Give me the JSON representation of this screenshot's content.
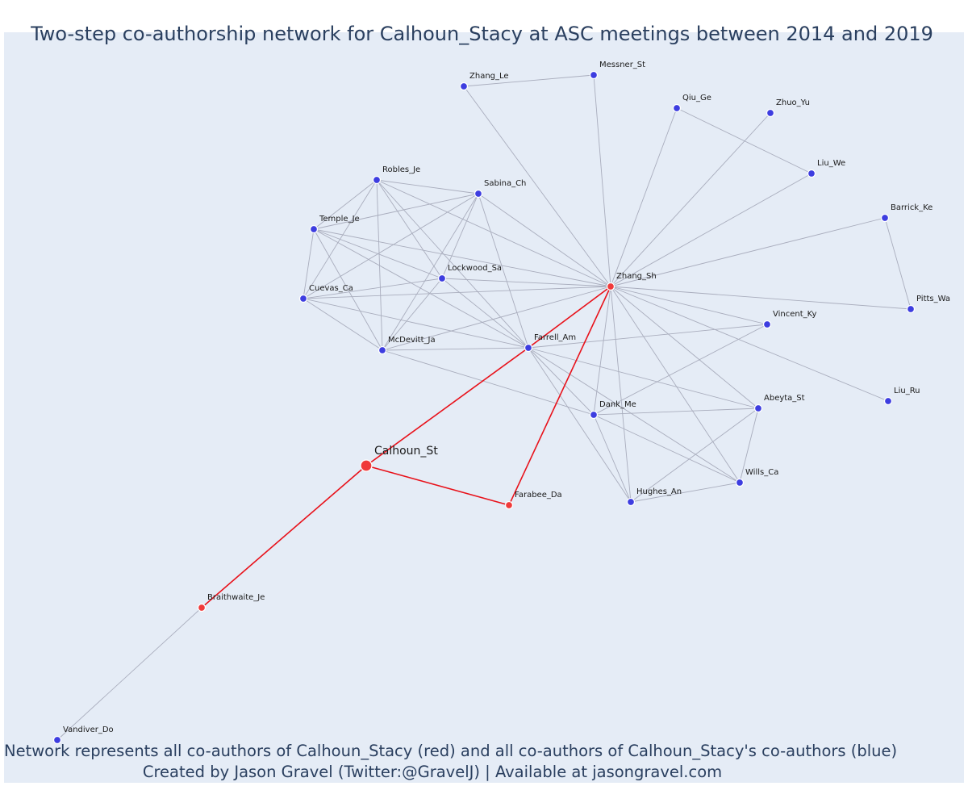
{
  "title": "Two-step co-authorship network for Calhoun_Stacy at ASC meetings between 2014 and 2019",
  "caption": {
    "line1": "Network represents all co-authors of Calhoun_Stacy (red) and all co-authors of Calhoun_Stacy's co-authors (blue)",
    "line2": "Created by Jason Gravel (Twitter:@GravelJ) | Available at jasongravel.com"
  },
  "colors": {
    "background": "#e5ecf6",
    "text": "#2a3f5f",
    "red_node": "#f03a3a",
    "blue_node": "#3d3de0",
    "red_edge": "#e8111a",
    "grey_edge": "#a9adbd"
  },
  "network": {
    "ego": "Calhoun_St",
    "nodes": [
      {
        "id": "Calhoun_St",
        "group": "ego"
      },
      {
        "id": "Zhang_Sh",
        "group": "red"
      },
      {
        "id": "Farrell_Am",
        "group": "blue"
      },
      {
        "id": "Farabee_Da",
        "group": "red"
      },
      {
        "id": "Braithwaite_Je",
        "group": "red"
      },
      {
        "id": "Vandiver_Do",
        "group": "blue"
      },
      {
        "id": "Zhang_Le",
        "group": "blue"
      },
      {
        "id": "Messner_St",
        "group": "blue"
      },
      {
        "id": "Qiu_Ge",
        "group": "blue"
      },
      {
        "id": "Zhuo_Yu",
        "group": "blue"
      },
      {
        "id": "Liu_We",
        "group": "blue"
      },
      {
        "id": "Barrick_Ke",
        "group": "blue"
      },
      {
        "id": "Pitts_Wa",
        "group": "blue"
      },
      {
        "id": "Robles_Je",
        "group": "blue"
      },
      {
        "id": "Sabina_Ch",
        "group": "blue"
      },
      {
        "id": "Temple_Je",
        "group": "blue"
      },
      {
        "id": "Lockwood_Sa",
        "group": "blue"
      },
      {
        "id": "Cuevas_Ca",
        "group": "blue"
      },
      {
        "id": "McDevitt_Ja",
        "group": "blue"
      },
      {
        "id": "Vincent_Ky",
        "group": "blue"
      },
      {
        "id": "Liu_Ru",
        "group": "blue"
      },
      {
        "id": "Dank_Me",
        "group": "blue"
      },
      {
        "id": "Abeyta_St",
        "group": "blue"
      },
      {
        "id": "Wills_Ca",
        "group": "blue"
      },
      {
        "id": "Hughes_An",
        "group": "blue"
      }
    ],
    "edges": [
      [
        "Calhoun_St",
        "Farrell_Am",
        "red"
      ],
      [
        "Calhoun_St",
        "Farabee_Da",
        "red"
      ],
      [
        "Calhoun_St",
        "Braithwaite_Je",
        "red"
      ],
      [
        "Farrell_Am",
        "Zhang_Sh",
        "red"
      ],
      [
        "Farabee_Da",
        "Zhang_Sh",
        "red"
      ],
      [
        "Braithwaite_Je",
        "Vandiver_Do",
        "grey"
      ],
      [
        "Zhang_Le",
        "Messner_St",
        "grey"
      ],
      [
        "Zhang_Le",
        "Zhang_Sh",
        "grey"
      ],
      [
        "Messner_St",
        "Zhang_Sh",
        "grey"
      ],
      [
        "Qiu_Ge",
        "Zhang_Sh",
        "grey"
      ],
      [
        "Qiu_Ge",
        "Liu_We",
        "grey"
      ],
      [
        "Zhuo_Yu",
        "Zhang_Sh",
        "grey"
      ],
      [
        "Liu_We",
        "Zhang_Sh",
        "grey"
      ],
      [
        "Barrick_Ke",
        "Zhang_Sh",
        "grey"
      ],
      [
        "Barrick_Ke",
        "Pitts_Wa",
        "grey"
      ],
      [
        "Pitts_Wa",
        "Zhang_Sh",
        "grey"
      ],
      [
        "Vincent_Ky",
        "Zhang_Sh",
        "grey"
      ],
      [
        "Vincent_Ky",
        "Farrell_Am",
        "grey"
      ],
      [
        "Vincent_Ky",
        "Dank_Me",
        "grey"
      ],
      [
        "Liu_Ru",
        "Zhang_Sh",
        "grey"
      ],
      [
        "Abeyta_St",
        "Zhang_Sh",
        "grey"
      ],
      [
        "Abeyta_St",
        "Farrell_Am",
        "grey"
      ],
      [
        "Abeyta_St",
        "Dank_Me",
        "grey"
      ],
      [
        "Abeyta_St",
        "Wills_Ca",
        "grey"
      ],
      [
        "Abeyta_St",
        "Hughes_An",
        "grey"
      ],
      [
        "Wills_Ca",
        "Zhang_Sh",
        "grey"
      ],
      [
        "Wills_Ca",
        "Farrell_Am",
        "grey"
      ],
      [
        "Wills_Ca",
        "Dank_Me",
        "grey"
      ],
      [
        "Wills_Ca",
        "Hughes_An",
        "grey"
      ],
      [
        "Hughes_An",
        "Zhang_Sh",
        "grey"
      ],
      [
        "Hughes_An",
        "Farrell_Am",
        "grey"
      ],
      [
        "Hughes_An",
        "Dank_Me",
        "grey"
      ],
      [
        "Dank_Me",
        "Zhang_Sh",
        "grey"
      ],
      [
        "Dank_Me",
        "Farrell_Am",
        "grey"
      ],
      [
        "Dank_Me",
        "McDevitt_Ja",
        "grey"
      ],
      [
        "Robles_Je",
        "Sabina_Ch",
        "grey"
      ],
      [
        "Robles_Je",
        "Temple_Je",
        "grey"
      ],
      [
        "Robles_Je",
        "Lockwood_Sa",
        "grey"
      ],
      [
        "Robles_Je",
        "Cuevas_Ca",
        "grey"
      ],
      [
        "Robles_Je",
        "McDevitt_Ja",
        "grey"
      ],
      [
        "Robles_Je",
        "Farrell_Am",
        "grey"
      ],
      [
        "Robles_Je",
        "Zhang_Sh",
        "grey"
      ],
      [
        "Sabina_Ch",
        "Temple_Je",
        "grey"
      ],
      [
        "Sabina_Ch",
        "Lockwood_Sa",
        "grey"
      ],
      [
        "Sabina_Ch",
        "Cuevas_Ca",
        "grey"
      ],
      [
        "Sabina_Ch",
        "McDevitt_Ja",
        "grey"
      ],
      [
        "Sabina_Ch",
        "Farrell_Am",
        "grey"
      ],
      [
        "Sabina_Ch",
        "Zhang_Sh",
        "grey"
      ],
      [
        "Temple_Je",
        "Lockwood_Sa",
        "grey"
      ],
      [
        "Temple_Je",
        "Cuevas_Ca",
        "grey"
      ],
      [
        "Temple_Je",
        "McDevitt_Ja",
        "grey"
      ],
      [
        "Temple_Je",
        "Farrell_Am",
        "grey"
      ],
      [
        "Temple_Je",
        "Zhang_Sh",
        "grey"
      ],
      [
        "Lockwood_Sa",
        "Cuevas_Ca",
        "grey"
      ],
      [
        "Lockwood_Sa",
        "McDevitt_Ja",
        "grey"
      ],
      [
        "Lockwood_Sa",
        "Farrell_Am",
        "grey"
      ],
      [
        "Lockwood_Sa",
        "Zhang_Sh",
        "grey"
      ],
      [
        "Cuevas_Ca",
        "McDevitt_Ja",
        "grey"
      ],
      [
        "Cuevas_Ca",
        "Farrell_Am",
        "grey"
      ],
      [
        "Cuevas_Ca",
        "Zhang_Sh",
        "grey"
      ],
      [
        "McDevitt_Ja",
        "Farrell_Am",
        "grey"
      ],
      [
        "McDevitt_Ja",
        "Zhang_Sh",
        "grey"
      ]
    ]
  }
}
